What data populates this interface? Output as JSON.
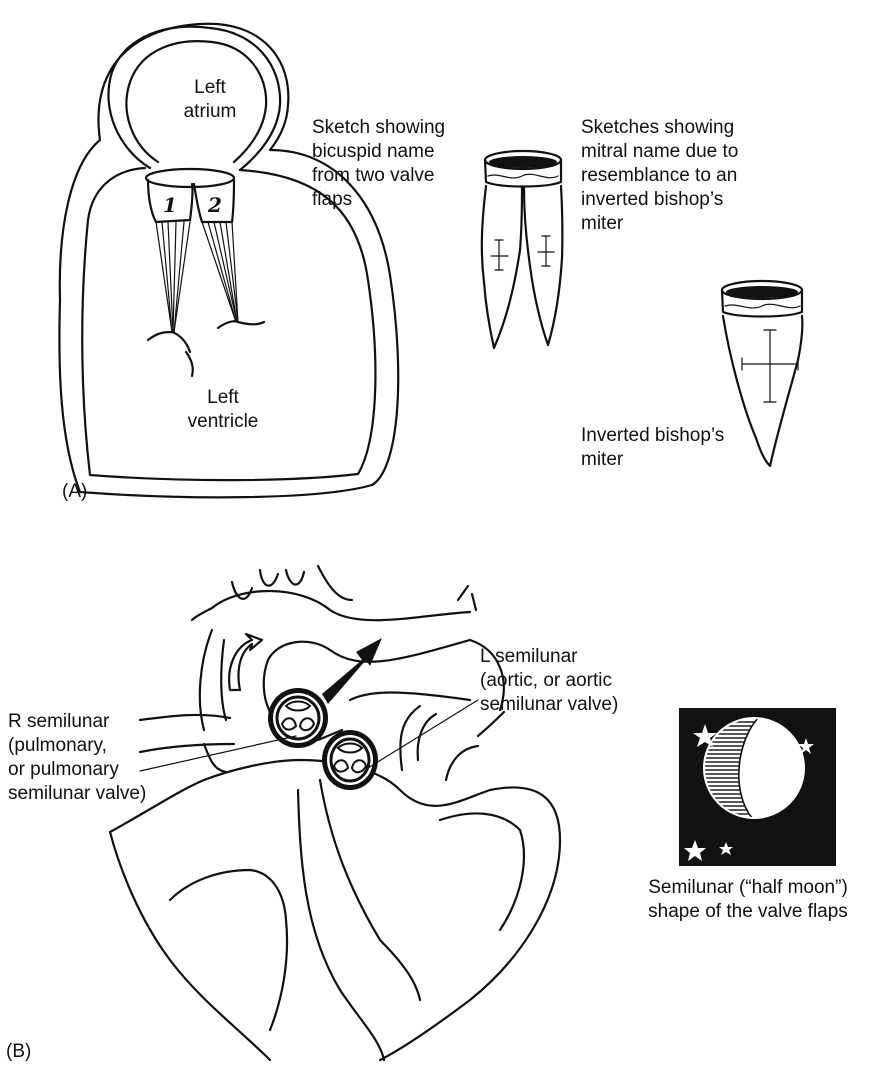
{
  "panel_a": {
    "marker": "(A)",
    "left_atrium": "Left\natrium",
    "left_ventricle": "Left\nventricle",
    "flap_numbers": [
      "1",
      "2"
    ],
    "bicuspid_caption": "Sketch showing\nbicuspid name\nfrom two valve\nflaps",
    "mitral_caption": "Sketches showing\nmitral name due to\nresemblance to an\ninverted bishop’s\nmiter",
    "miter_caption": "Inverted bishop’s\nmiter"
  },
  "panel_b": {
    "marker": "(B)",
    "r_semilunar": "R semilunar\n(pulmonary,\nor pulmonary\nsemilunar valve)",
    "l_semilunar": "L semilunar\n(aortic, or aortic\nsemilunar valve)",
    "moon_caption": "Semilunar (“half moon”)\nshape of the valve flaps"
  },
  "colors": {
    "ink": "#111111",
    "background": "#ffffff"
  }
}
